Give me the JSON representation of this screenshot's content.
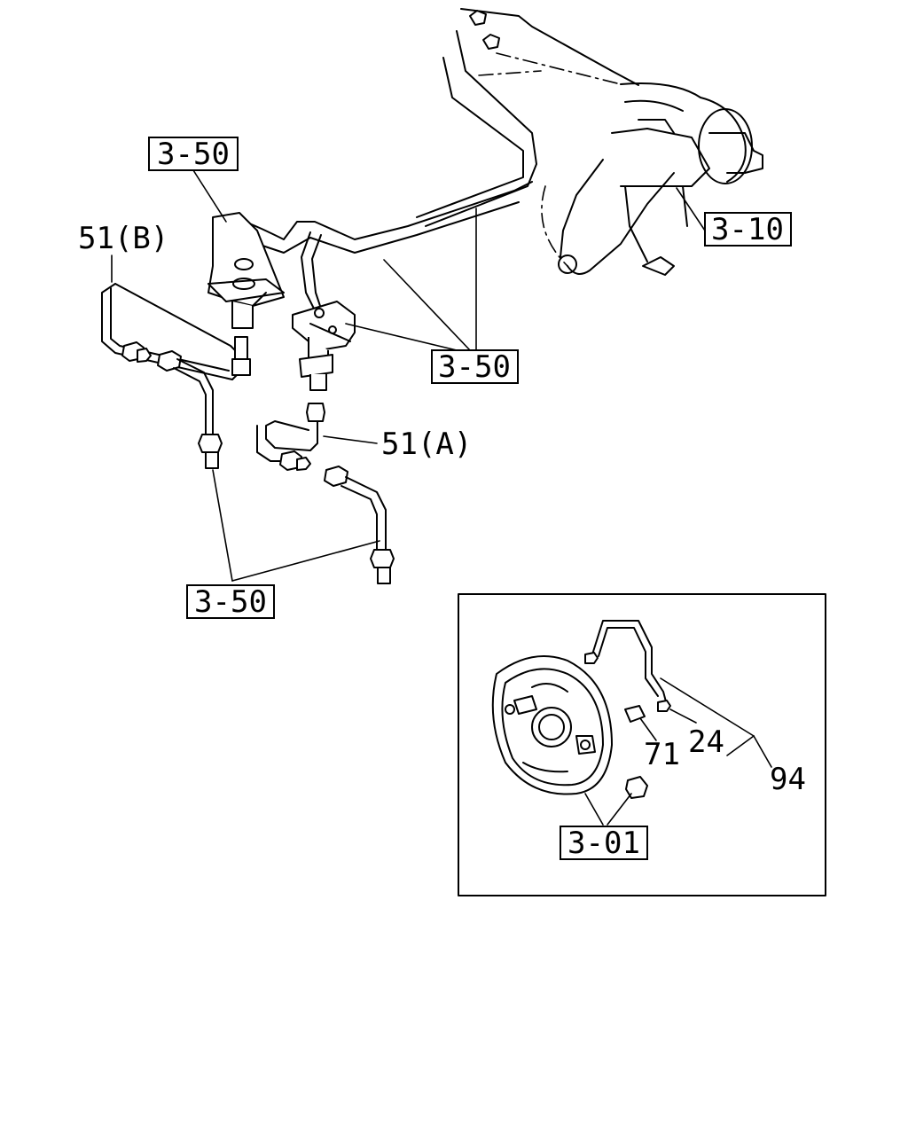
{
  "callouts": {
    "ref_3_50_top": "3-50",
    "ref_3_50_mid": "3-50",
    "ref_3_50_bottom": "3-50",
    "ref_3_10": "3-10",
    "ref_3_01": "3-01",
    "part_51b": "51(B)",
    "part_51a": "51(A)",
    "part_71": "71",
    "part_24": "24",
    "part_94": "94"
  }
}
